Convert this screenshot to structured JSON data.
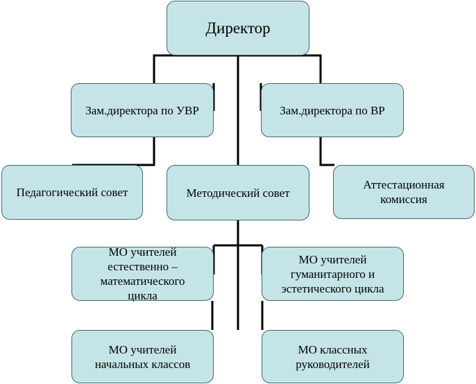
{
  "diagram": {
    "colors": {
      "box_fill": "#c5e4e7",
      "box_border": "#3f6770",
      "connector": "#000000"
    },
    "nodes": {
      "director": "Директор",
      "deputy_uvr": "Зам.директора по УВР",
      "deputy_vr": "Зам.директора по ВР",
      "pedagogical_council": "Педагогический совет",
      "methodical_council": "Методический совет",
      "attestation_commission": "Аттестационная комиссия",
      "mo_science_math": "МО учителей естественно – математического цикла",
      "mo_humanities": "МО учителей гуманитарного и эстетического цикла",
      "mo_primary": "МО учителей начальных классов",
      "mo_class_teachers": "МО классных руководителей"
    }
  }
}
